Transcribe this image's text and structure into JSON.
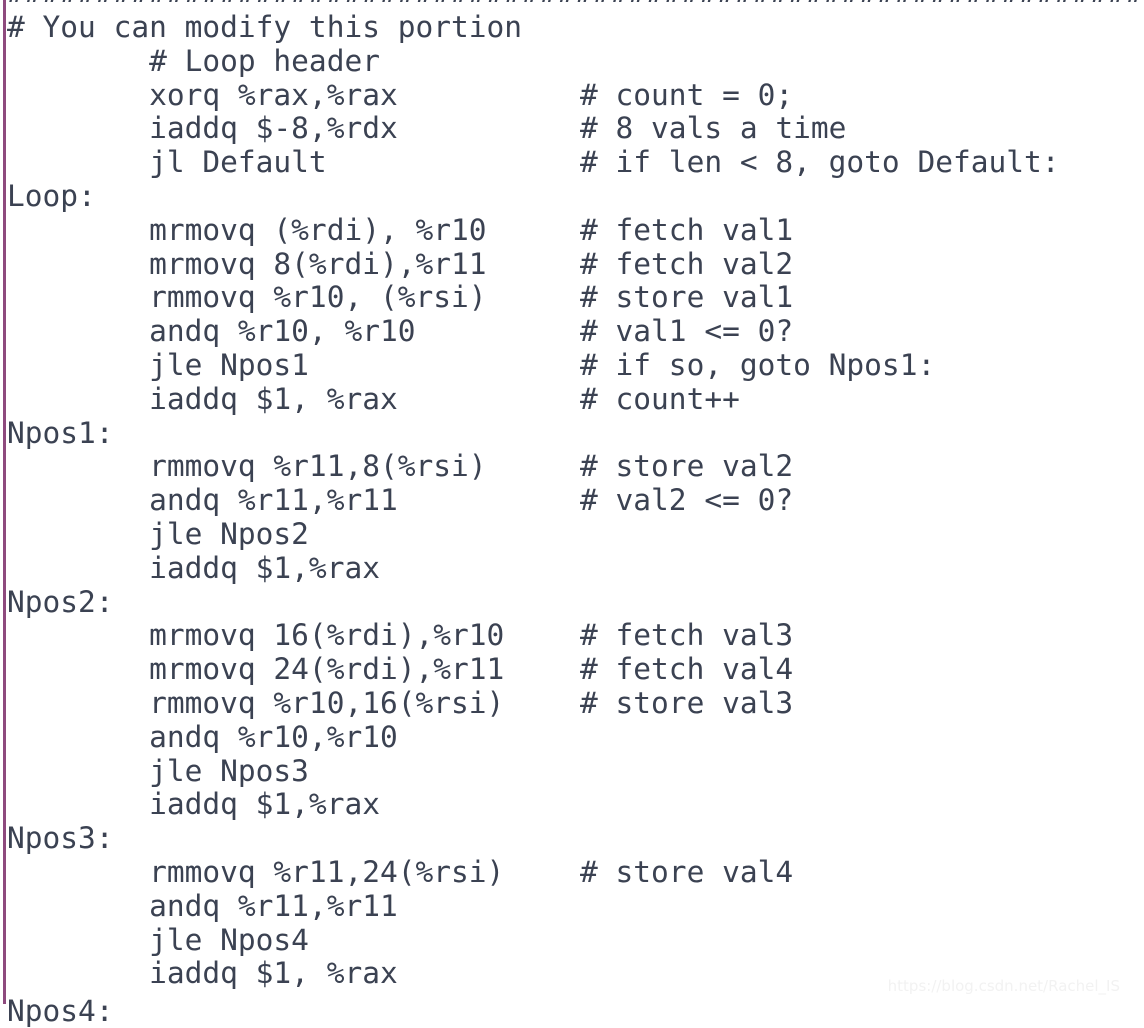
{
  "editor": {
    "background_color": "#ffffff",
    "text_color": "#3b4252",
    "gutter_rule_color": "#8e4a7e",
    "top_clipped_rule": "################################################################",
    "bottom_clipped_label": "Npos4:",
    "lines": [
      {
        "code": "# You can modify this portion",
        "comment": ""
      },
      {
        "code": "        # Loop header",
        "comment": ""
      },
      {
        "code": "        xorq %rax,%rax",
        "comment": "# count = 0;"
      },
      {
        "code": "        iaddq $-8,%rdx",
        "comment": "# 8 vals a time"
      },
      {
        "code": "        jl Default",
        "comment": "# if len < 8, goto Default:"
      },
      {
        "code": "Loop:",
        "comment": ""
      },
      {
        "code": "        mrmovq (%rdi), %r10",
        "comment": "# fetch val1"
      },
      {
        "code": "        mrmovq 8(%rdi),%r11",
        "comment": "# fetch val2"
      },
      {
        "code": "        rmmovq %r10, (%rsi)",
        "comment": "# store val1"
      },
      {
        "code": "        andq %r10, %r10",
        "comment": "# val1 <= 0?"
      },
      {
        "code": "        jle Npos1",
        "comment": "# if so, goto Npos1:"
      },
      {
        "code": "        iaddq $1, %rax",
        "comment": "# count++"
      },
      {
        "code": "Npos1:",
        "comment": ""
      },
      {
        "code": "        rmmovq %r11,8(%rsi)",
        "comment": "# store val2"
      },
      {
        "code": "        andq %r11,%r11",
        "comment": "# val2 <= 0?"
      },
      {
        "code": "        jle Npos2",
        "comment": ""
      },
      {
        "code": "        iaddq $1,%rax",
        "comment": ""
      },
      {
        "code": "Npos2:",
        "comment": ""
      },
      {
        "code": "        mrmovq 16(%rdi),%r10",
        "comment": "# fetch val3"
      },
      {
        "code": "        mrmovq 24(%rdi),%r11",
        "comment": "# fetch val4"
      },
      {
        "code": "        rmmovq %r10,16(%rsi)",
        "comment": "# store val3"
      },
      {
        "code": "        andq %r10,%r10",
        "comment": ""
      },
      {
        "code": "        jle Npos3",
        "comment": ""
      },
      {
        "code": "        iaddq $1,%rax",
        "comment": ""
      },
      {
        "code": "Npos3:",
        "comment": ""
      },
      {
        "code": "        rmmovq %r11,24(%rsi)",
        "comment": "# store val4"
      },
      {
        "code": "        andq %r11,%r11",
        "comment": ""
      },
      {
        "code": "        jle Npos4",
        "comment": ""
      },
      {
        "code": "        iaddq $1, %rax",
        "comment": ""
      }
    ]
  },
  "watermark": {
    "text": "https://blog.csdn.net/Rachel_IS"
  }
}
